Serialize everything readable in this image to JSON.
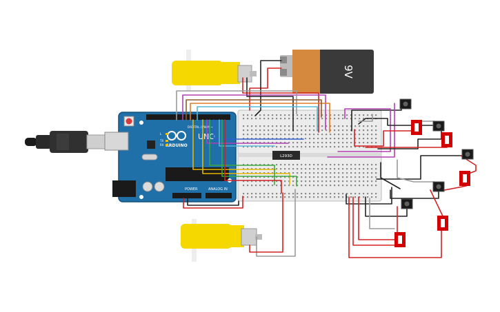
{
  "battery": {
    "label": "9V"
  },
  "driver_chip": {
    "label": "L293D"
  },
  "arduino": {
    "brand": "ARDUINO",
    "model": "UNO",
    "digital_header": "DIGITAL (PWM ~)",
    "power_header": "POWER",
    "analog_header": "ANALOG IN",
    "pin_tx": "TX",
    "pin_rx": "RX",
    "pin_l": "L"
  },
  "colors": {
    "arduino_board": "#1f6fa8",
    "breadboard": "#ececec",
    "battery_body": "#3a3a3a",
    "battery_label": "#d4893f",
    "motor": "#f5d800",
    "resistor": "#d40000",
    "wire_red": "#d32020",
    "wire_black": "#222222",
    "wire_green": "#3aa83a",
    "wire_yellow": "#e6b800",
    "wire_purple": "#b23fb2",
    "wire_cyan": "#57b8d6",
    "wire_gray": "#9a9a9a",
    "wire_orange": "#e07b20",
    "wire_brown": "#8b5a2b",
    "wire_blue": "#2f5fd0"
  }
}
